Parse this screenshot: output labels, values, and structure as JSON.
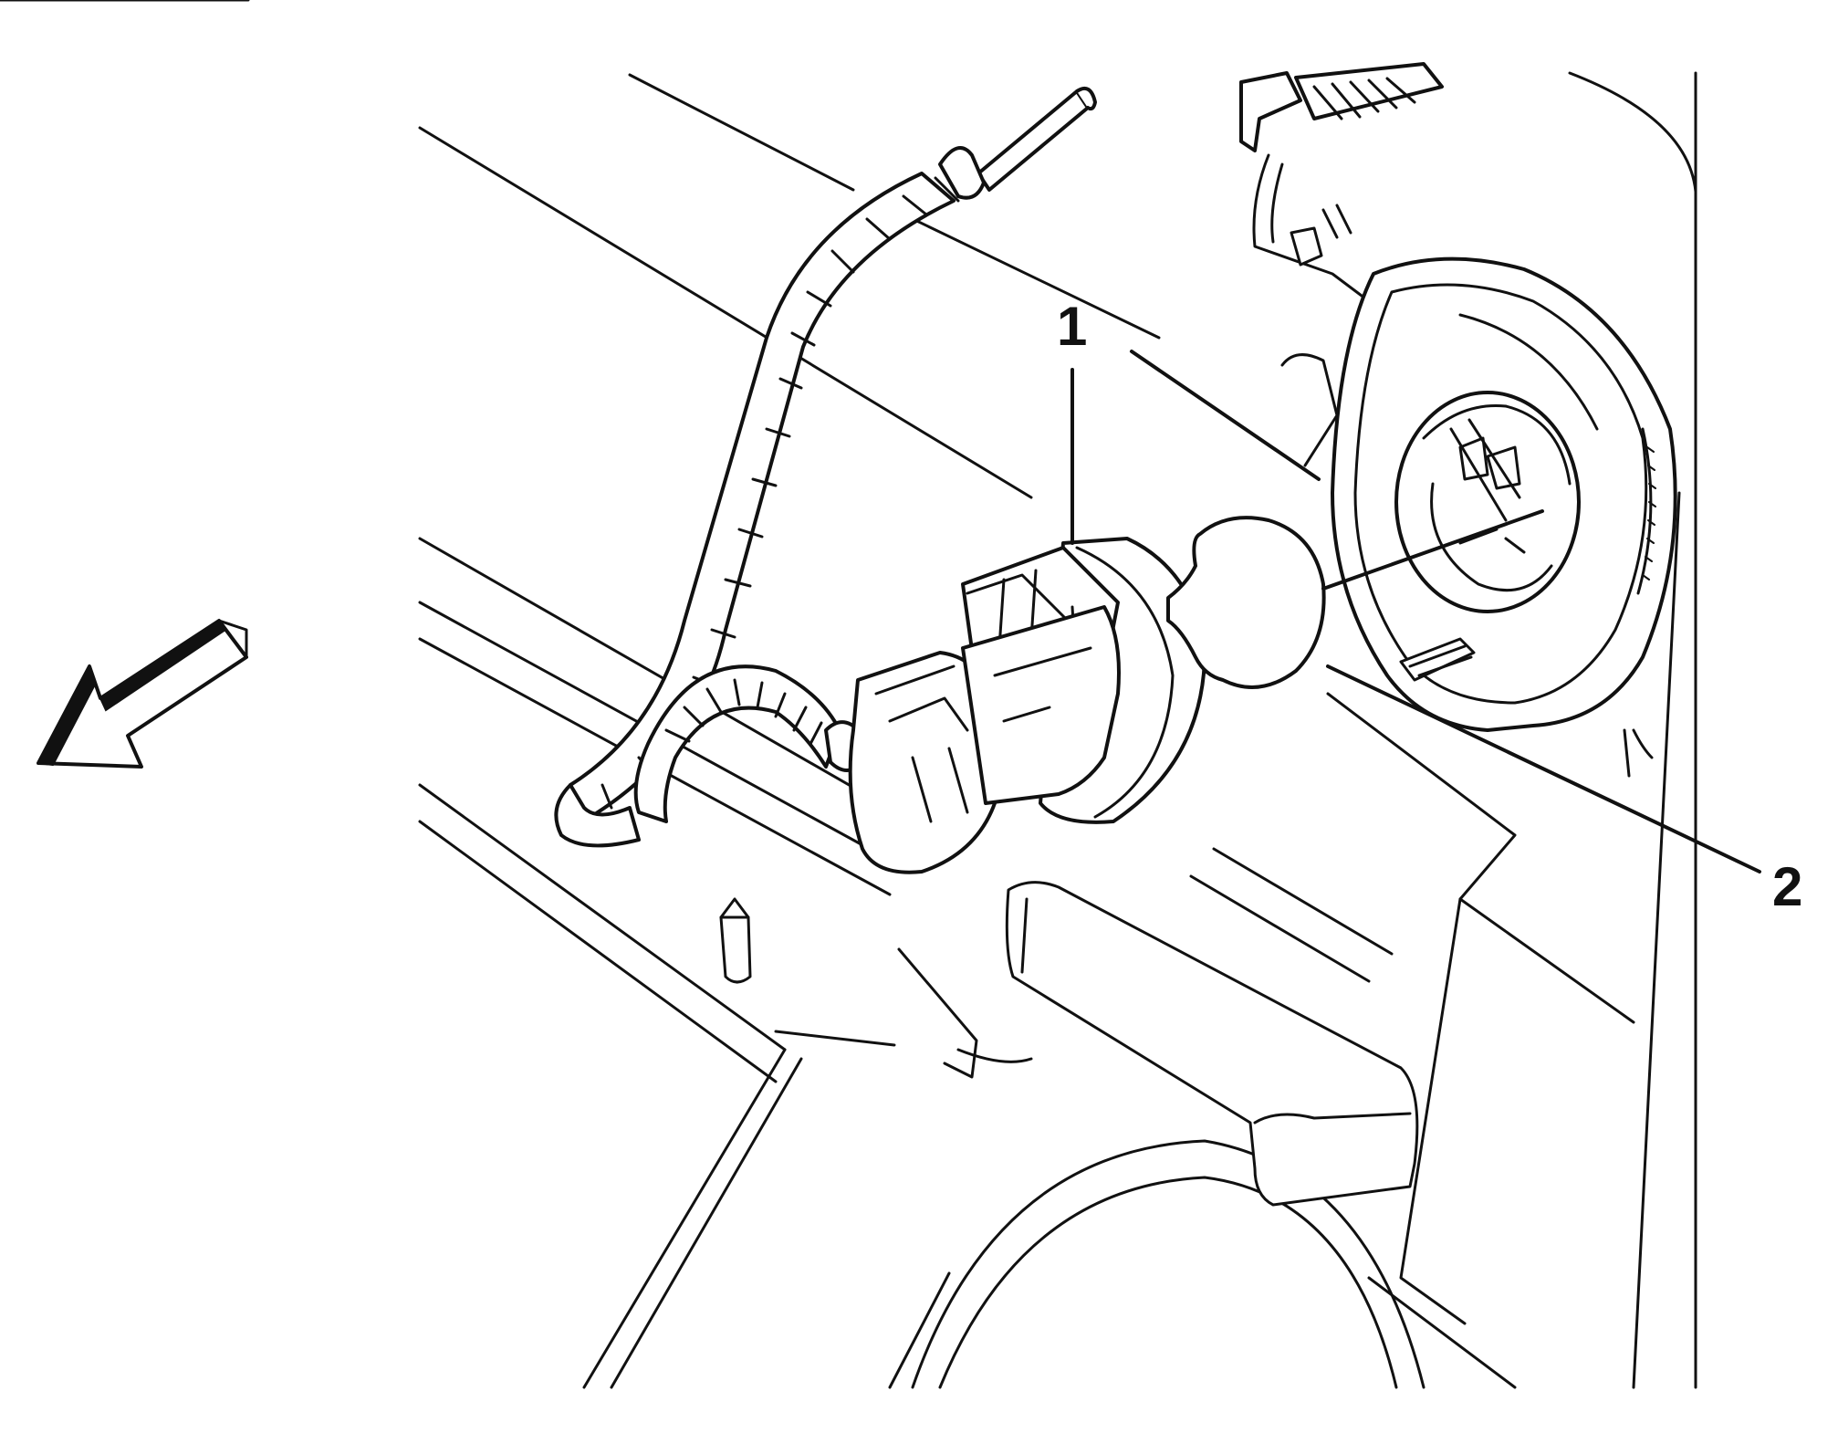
{
  "callouts": [
    {
      "id": "1",
      "label": "1"
    },
    {
      "id": "2",
      "label": "2"
    }
  ],
  "direction_arrow": {
    "icon": "forward-direction-arrow-icon"
  },
  "colors": {
    "line": "#111111",
    "background": "#ffffff"
  }
}
